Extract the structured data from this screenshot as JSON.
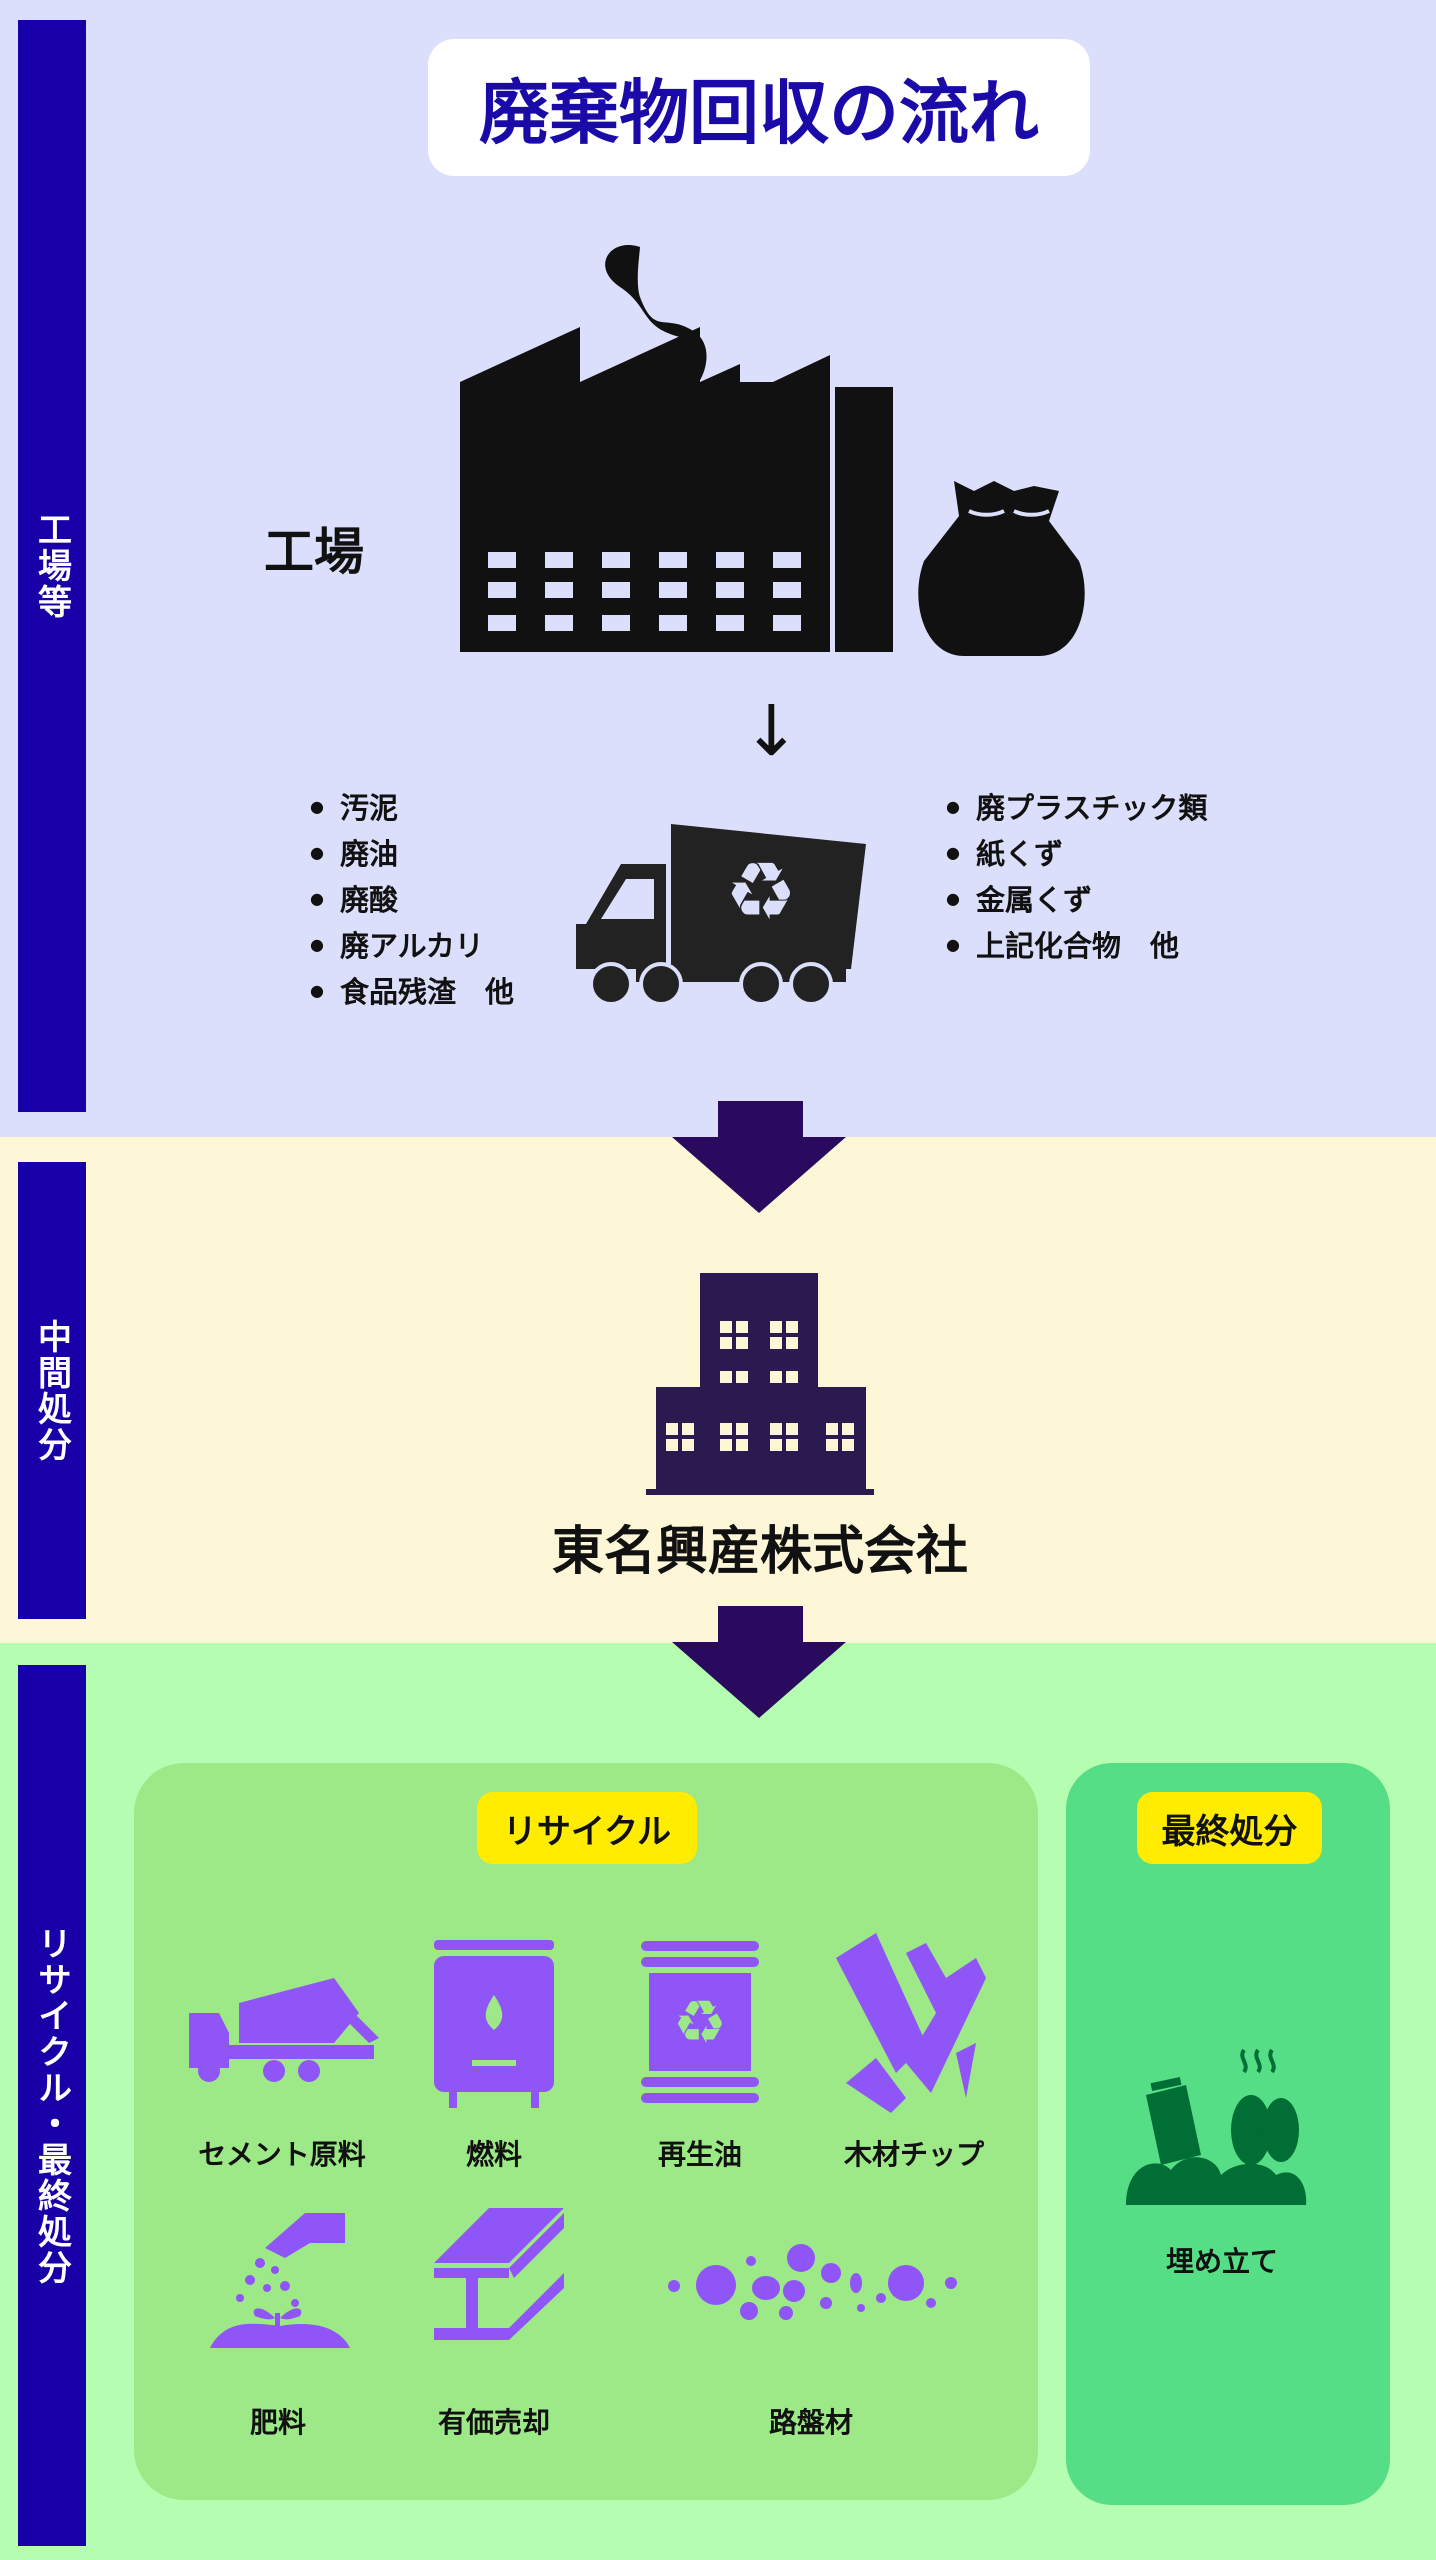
{
  "title": "廃棄物回収の流れ",
  "sections": {
    "factory": {
      "side_label": "工場等",
      "factory_label": "工場",
      "left_items": [
        "汚泥",
        "廃油",
        "廃酸",
        "廃アルカリ",
        "食品残渣　他"
      ],
      "right_items": [
        "廃プラスチック類",
        "紙くず",
        "金属くず",
        "上記化合物　他"
      ],
      "arrow": "↓"
    },
    "intermediate": {
      "side_label": "中間処分",
      "company": "東名興産株式会社"
    },
    "final": {
      "side_label": "リサイクル・最終処分",
      "recycle": {
        "tag": "リサイクル",
        "items": [
          "セメント原料",
          "燃料",
          "再生油",
          "木材チップ",
          "肥料",
          "有価売却",
          "路盤材"
        ]
      },
      "disposal": {
        "tag": "最終処分",
        "items": [
          "埋め立て"
        ]
      }
    }
  },
  "colors": {
    "section1": "#dcdffb",
    "section2": "#fdf7d8",
    "section3": "#b5fdb0",
    "sidebar": "#1800a8",
    "title": "#1a0aa8",
    "arrow": "#2a0a5e",
    "icon": "#8f55f6",
    "recycle_panel": "#9de887",
    "disposal_panel": "#56de87",
    "tag": "#ffec00"
  }
}
